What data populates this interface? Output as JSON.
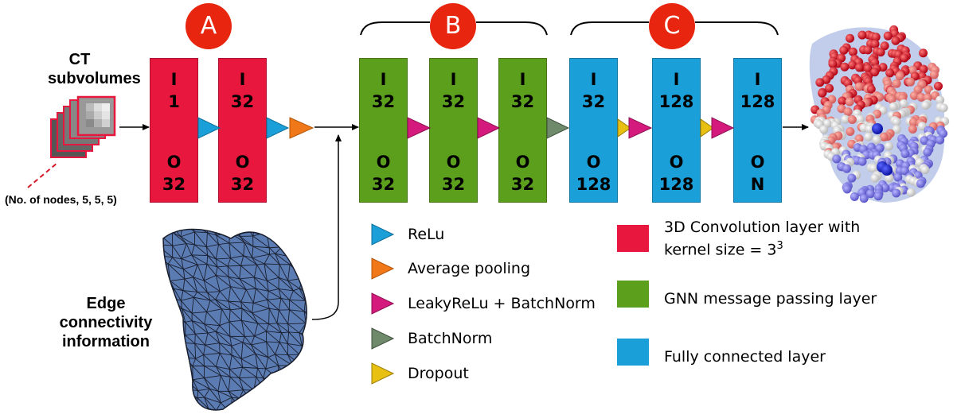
{
  "inputs": {
    "ct_title": [
      "CT",
      "subvolumes"
    ],
    "node_dims": "(No. of nodes, 5, 5, 5)",
    "edge_title": [
      "Edge",
      "connectivity",
      "information"
    ]
  },
  "sections": [
    {
      "id": "A",
      "label": "A"
    },
    {
      "id": "B",
      "label": "B"
    },
    {
      "id": "C",
      "label": "C"
    }
  ],
  "layers": [
    {
      "type": "conv",
      "in_prefix": "I",
      "in": "1",
      "out_prefix": "O",
      "out": "32"
    },
    {
      "type": "conv",
      "in_prefix": "I",
      "in": "32",
      "out_prefix": "O",
      "out": "32"
    },
    {
      "type": "gnn",
      "in_prefix": "I",
      "in": "32",
      "out_prefix": "O",
      "out": "32"
    },
    {
      "type": "gnn",
      "in_prefix": "I",
      "in": "32",
      "out_prefix": "O",
      "out": "32"
    },
    {
      "type": "gnn",
      "in_prefix": "I",
      "in": "32",
      "out_prefix": "O",
      "out": "32"
    },
    {
      "type": "fc",
      "in_prefix": "I",
      "in": "32",
      "out_prefix": "O",
      "out": "128"
    },
    {
      "type": "fc",
      "in_prefix": "I",
      "in": "128",
      "out_prefix": "O",
      "out": "128"
    },
    {
      "type": "fc",
      "in_prefix": "I",
      "in": "128",
      "out_prefix": "O",
      "out": "N"
    }
  ],
  "legend_ops": [
    {
      "name": "ReLu",
      "color": "#1a9fd8"
    },
    {
      "name": "Average pooling",
      "color": "#f07818"
    },
    {
      "name": "LeakyReLu + BatchNorm",
      "color": "#d41a7c"
    },
    {
      "name": "BatchNorm",
      "color": "#6e8a6a"
    },
    {
      "name": "Dropout",
      "color": "#e8c012"
    }
  ],
  "legend_layers": [
    {
      "line1": "3D Convolution layer with",
      "line2_prefix": "kernel size = 3",
      "line2_sup": "3",
      "color": "#e8173d"
    },
    {
      "line1": "GNN message passing layer",
      "color": "#5c9f1c"
    },
    {
      "line1": "Fully connected layer",
      "color": "#1a9fd8"
    }
  ],
  "colors": {
    "conv": "#e8173d",
    "gnn": "#5c9f1c",
    "fc": "#1a9fd8",
    "badge": "#e8250f",
    "relu": "#1a9fd8",
    "avgpool": "#f07818",
    "leaky": "#d41a7c",
    "batchnorm": "#6e8a6a",
    "dropout": "#e8c012",
    "mesh": "#5b7bb3"
  }
}
